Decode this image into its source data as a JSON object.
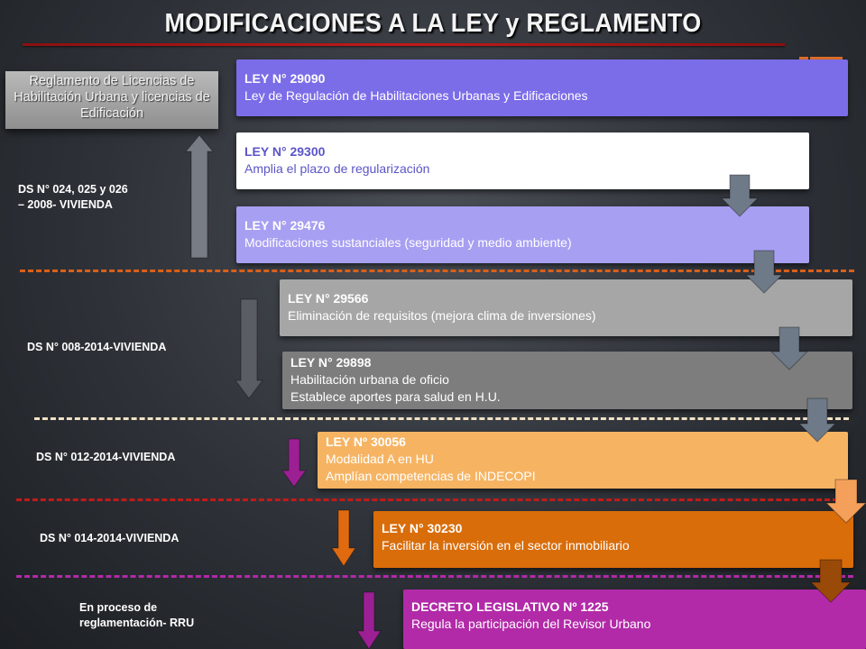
{
  "title": "MODIFICACIONES A LA LEY y REGLAMENTO",
  "reglamento_box": "Reglamento de Licencias de Habilitación Urbana y licencias de Edificación",
  "laws": [
    {
      "number": "LEY N° 29090",
      "desc": [
        "Ley de Regulación de Habilitaciones Urbanas y Edificaciones"
      ],
      "color": "#7b6de8",
      "text_color": "#ffffff"
    },
    {
      "number": "LEY N° 29300",
      "desc": [
        "Amplia el plazo de regularización"
      ],
      "color": "#ffffff",
      "text_color": "#5b54c8"
    },
    {
      "number": "LEY N° 29476",
      "desc": [
        "Modificaciones sustanciales (seguridad y medio ambiente)"
      ],
      "color": "#a79ff2",
      "text_color": "#ffffff"
    },
    {
      "number": "LEY N° 29566",
      "desc": [
        "Eliminación de requisitos (mejora clima de inversiones)"
      ],
      "color": "#a6a6a6",
      "text_color": "#ffffff"
    },
    {
      "number": "LEY N° 29898",
      "desc": [
        "Habilitación urbana de oficio",
        "Establece aportes para salud en H.U."
      ],
      "color": "#7d7d7d",
      "text_color": "#ffffff"
    },
    {
      "number": "LEY Nº 30056",
      "desc": [
        "Modalidad A en HU",
        "Amplían competencias de INDECOPI"
      ],
      "color": "#f6b463",
      "text_color": "#ffffff"
    },
    {
      "number": "LEY N° 30230",
      "desc": [
        "Facilitar la inversión en el sector inmobiliario"
      ],
      "color": "#d96d0a",
      "text_color": "#ffffff"
    },
    {
      "number": "DECRETO LEGISLATIVO Nº 1225",
      "desc": [
        "Regula la participación del Revisor Urbano"
      ],
      "color": "#b22aa8",
      "text_color": "#ffffff"
    }
  ],
  "decrees": [
    {
      "lines": [
        "DS N° 024, 025 y 026",
        "– 2008- VIVIENDA"
      ]
    },
    {
      "lines": [
        "DS N° 008-2014-VIVIENDA"
      ]
    },
    {
      "lines": [
        "DS N° 012-2014-VIVIENDA"
      ]
    },
    {
      "lines": [
        "DS N° 014-2014-VIVIENDA"
      ]
    },
    {
      "lines": [
        "En proceso de",
        "reglamentación-  RRU"
      ]
    }
  ],
  "colors": {
    "title_underline": "#c21a1a",
    "separator_orange": "#d9601a",
    "separator_cream": "#f2e2c4",
    "separator_red": "#c21a1a",
    "separator_magenta": "#b22aa8",
    "arrow_gray": "#787c84",
    "arrow_dark": "#5a5d63",
    "arrow_slate": "#6f7a88",
    "arrow_magenta": "#9c2094",
    "arrow_orange": "#e06a10",
    "arrow_light_orange": "#f4a05a",
    "arrow_brown": "#9a4a08"
  },
  "icons": [
    "arrow-up-icon",
    "arrow-down-icon"
  ]
}
